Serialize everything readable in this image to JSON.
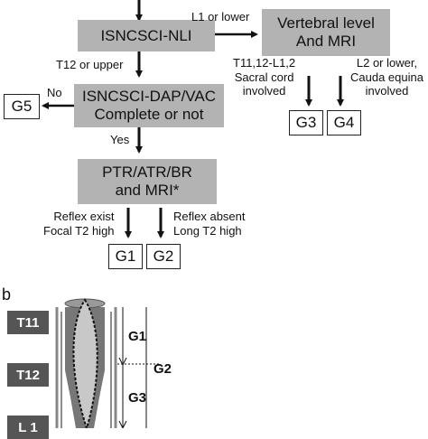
{
  "flowchart": {
    "box_nli": "ISNCSCI-NLI",
    "box_vertebral_line1": "Vertebral level",
    "box_vertebral_line2": "And MRI",
    "box_dap_line1": "ISNCSCI-DAP/VAC",
    "box_dap_line2": "Complete or not",
    "box_ptr_line1": "PTR/ATR/BR",
    "box_ptr_line2": "and MRI*",
    "edge_l1_lower": "L1 or lower",
    "edge_t12_upper": "T12 or upper",
    "edge_no": "No",
    "edge_yes": "Yes",
    "edge_sacral_line1": "T11,12-L1,2",
    "edge_sacral_line2": "Sacral cord",
    "edge_sacral_line3": "involved",
    "edge_cauda_line1": "L2 or lower,",
    "edge_cauda_line2": "Cauda equina",
    "edge_cauda_line3": "involved",
    "edge_reflex_exist_line1": "Reflex exist",
    "edge_reflex_exist_line2": "Focal T2 high",
    "edge_reflex_absent_line1": "Reflex absent",
    "edge_reflex_absent_line2": "Long T2 high",
    "group_g1": "G1",
    "group_g2": "G2",
    "group_g3": "G3",
    "group_g4": "G4",
    "group_g5": "G5"
  },
  "panel_b": {
    "panel_label": "b",
    "level_t11": "T11",
    "level_t12": "T12",
    "level_l1": "L 1",
    "span_g1": "G1",
    "span_g2": "G2",
    "span_g3": "G3"
  }
}
